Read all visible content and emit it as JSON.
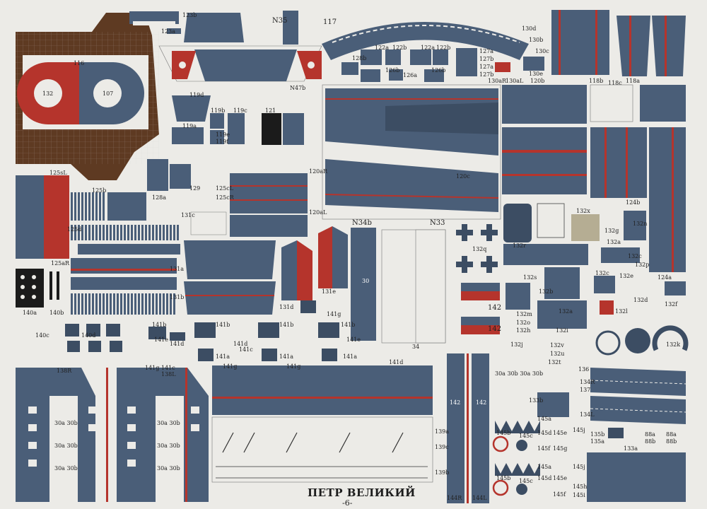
{
  "sheet": {
    "title": "ПЕТР ВЕЛИКИЙ",
    "page_number": "-6-",
    "colors": {
      "paper": "#ecebe7",
      "slate": "#4a5e78",
      "slate_dark": "#3c4d63",
      "red": "#b5342c",
      "brown": "#5e3a22",
      "black": "#1b1b1b",
      "grid": "#c9c9c6",
      "tan": "#b5ad93"
    }
  },
  "labels": {
    "l123b": "123b",
    "l123a": "123a",
    "lN35": "N35",
    "l117": "117",
    "l116": "116",
    "l132": "132",
    "l107": "107",
    "l130d": "130d",
    "l130b": "130b",
    "l130c": "130c",
    "l130e": "130e",
    "l120b": "120b",
    "l130aR": "130aR",
    "l130aL": "130aL",
    "l127a1": "127a",
    "l127b1": "127b",
    "l127a2": "127a",
    "l127b2": "127b",
    "l128b": "128b",
    "l122a1": "122a",
    "l122b1": "122b",
    "l122a2": "122a",
    "l122b2": "122b",
    "l126b1": "126b",
    "l126a": "126a",
    "l126b2": "126b",
    "lN47b": "N47b",
    "l119d": "119d",
    "l119b": "119b",
    "l119c": "119c",
    "l121": "121",
    "l119a": "119a",
    "l119e": "119e",
    "l119f": "119f",
    "l118b": "118b",
    "l118c": "118c",
    "l118a": "118a",
    "l120aR": "120aR",
    "l120aL": "120aL",
    "l120c": "120c",
    "l125sL": "125sL",
    "l125b": "125b",
    "l128a": "128a",
    "l129": "129",
    "l125cL": "125cL",
    "l125cR": "125cR",
    "l125d": "125d",
    "l131c": "131c",
    "l125aR": "125aR",
    "l124b": "124b",
    "l132x": "132x",
    "l132g": "132g",
    "l132n": "132n",
    "l132a1": "132a",
    "l132r": "132r",
    "l132q": "132q",
    "lN34b": "N34b",
    "lN33": "N33",
    "l30": "30",
    "l131a": "131a",
    "l131b": "131b",
    "l131d": "131d",
    "l131e": "131e",
    "l141g1": "141g",
    "l132c1": "132c",
    "l132p": "132p",
    "l124a": "124a",
    "l132s": "132s",
    "l132b": "132b",
    "l132c2": "132c",
    "l132e": "132e",
    "l132d": "132d",
    "l132m": "132m",
    "l132o": "132o",
    "l132h": "132h",
    "l132i": "132i",
    "l132a2": "132a",
    "l132l": "132l",
    "l132f": "132f",
    "l132j": "132j",
    "l132k": "132k",
    "l132t": "132t",
    "l132v": "132v",
    "l132u": "132u",
    "l140a": "140a",
    "l140b": "140b",
    "l140c": "140c",
    "l140d": "140d",
    "l141b1": "141b",
    "l141b2": "141b",
    "l141b3": "141b",
    "l141b4": "141b",
    "l141e1": "141e",
    "l141e2": "141e",
    "l141d1": "141d",
    "l141d2": "141d",
    "l141d3": "141d",
    "l141a1": "141a",
    "l141a2": "141a",
    "l141a3": "141a",
    "l141c1": "141c",
    "l141c2": "141c",
    "l141g2": "141g",
    "l141g3": "141g",
    "l141g4": "141g",
    "l142a": "142",
    "l142b": "142",
    "l142c": "142",
    "l142d": "142",
    "l34": "34",
    "l138R": "138R",
    "l138L": "138L",
    "l30a30b1": "30a 30b",
    "l30a30b2": "30a 30b",
    "l30a30b3": "30a 30b",
    "l30a30b4": "30a 30b",
    "l30a30b5": "30a 30b",
    "l30a30b6": "30a 30b",
    "l30a30b7": "30a 30b 30a 30b",
    "l136": "136",
    "l137": "137",
    "l134R": "134R",
    "l134L": "134L",
    "l133b": "133b",
    "l133a": "133a",
    "l139a": "139a",
    "l139c": "139c",
    "l139b": "139b",
    "l144R": "144R",
    "l144L": "144L",
    "l145a1": "145a",
    "l145a2": "145a",
    "l145b1": "145b",
    "l145b2": "145b",
    "l145c1": "145c",
    "l145c2": "145c",
    "l145d1": "145d",
    "l145d2": "145d",
    "l145e1": "145e",
    "l145e2": "145e",
    "l145f1": "145f",
    "l145f2": "145f",
    "l145g": "145g",
    "l145h": "145h",
    "l145i": "145i",
    "l145j1": "145j",
    "l145j2": "145j",
    "l135b": "135b",
    "l135a": "135a",
    "l88a1": "88a",
    "l88a2": "88a",
    "l88b1": "88b",
    "l88b2": "88b"
  }
}
